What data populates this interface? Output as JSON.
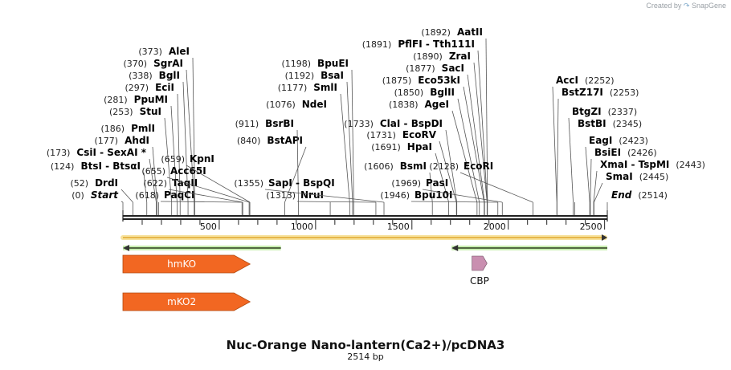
{
  "credit": {
    "prefix": "Created by",
    "brand": "SnapGene"
  },
  "title": "Nuc-Orange Nano-lantern(Ca2+)/pcDNA3",
  "subtitle": "2514 bp",
  "ruler": {
    "length": 2514,
    "ticks": [
      500,
      1000,
      1500,
      2000,
      2500
    ]
  },
  "colors": {
    "feature": "#f26722",
    "feature_alt": "#f26722",
    "cbp": "#c98fb0",
    "orf_line": "#e6b64a",
    "primer_line": "#7ac943",
    "backbone": "#222222"
  },
  "sites": [
    {
      "pos": 0,
      "label": "(0)",
      "name": "Start",
      "italic": true
    },
    {
      "pos": 52,
      "label": "(52)",
      "name": "DrdI"
    },
    {
      "pos": 124,
      "label": "(124)",
      "name": "BtsI - BtsαI"
    },
    {
      "pos": 173,
      "label": "(173)",
      "name": "CsiI - SexAI *"
    },
    {
      "pos": 177,
      "label": "(177)",
      "name": "AhdI"
    },
    {
      "pos": 186,
      "label": "(186)",
      "name": "PmlI"
    },
    {
      "pos": 253,
      "label": "(253)",
      "name": "StuI"
    },
    {
      "pos": 281,
      "label": "(281)",
      "name": "PpuMI"
    },
    {
      "pos": 297,
      "label": "(297)",
      "name": "EciI"
    },
    {
      "pos": 338,
      "label": "(338)",
      "name": "BglI"
    },
    {
      "pos": 370,
      "label": "(370)",
      "name": "SgrAI"
    },
    {
      "pos": 373,
      "label": "(373)",
      "name": "AleI"
    },
    {
      "pos": 618,
      "label": "(618)",
      "name": "PaqCI"
    },
    {
      "pos": 622,
      "label": "(622)",
      "name": "TaqII"
    },
    {
      "pos": 655,
      "label": "(655)",
      "name": "Acc65I"
    },
    {
      "pos": 659,
      "label": "(659)",
      "name": "KpnI"
    },
    {
      "pos": 840,
      "label": "(840)",
      "name": "BstAPI"
    },
    {
      "pos": 911,
      "label": "(911)",
      "name": "BsrBI"
    },
    {
      "pos": 1076,
      "label": "(1076)",
      "name": "NdeI"
    },
    {
      "pos": 1177,
      "label": "(1177)",
      "name": "SmlI"
    },
    {
      "pos": 1192,
      "label": "(1192)",
      "name": "BsaI"
    },
    {
      "pos": 1198,
      "label": "(1198)",
      "name": "BpuEI"
    },
    {
      "pos": 1313,
      "label": "(1313)",
      "name": "NruI"
    },
    {
      "pos": 1355,
      "label": "(1355)",
      "name": "SapI - BspQI"
    },
    {
      "pos": 1606,
      "label": "(1606)",
      "name": "BsmI"
    },
    {
      "pos": 1691,
      "label": "(1691)",
      "name": "HpaI"
    },
    {
      "pos": 1731,
      "label": "(1731)",
      "name": "EcoRV"
    },
    {
      "pos": 1733,
      "label": "(1733)",
      "name": "ClaI - BspDI"
    },
    {
      "pos": 1838,
      "label": "(1838)",
      "name": "AgeI"
    },
    {
      "pos": 1850,
      "label": "(1850)",
      "name": "BglII"
    },
    {
      "pos": 1875,
      "label": "(1875)",
      "name": "Eco53kI"
    },
    {
      "pos": 1877,
      "label": "(1877)",
      "name": "SacI"
    },
    {
      "pos": 1890,
      "label": "(1890)",
      "name": "ZraI"
    },
    {
      "pos": 1891,
      "label": "(1891)",
      "name": "PflFI - Tth111I"
    },
    {
      "pos": 1892,
      "label": "(1892)",
      "name": "AatII"
    },
    {
      "pos": 1946,
      "label": "(1946)",
      "name": "Bpu10I"
    },
    {
      "pos": 1969,
      "label": "(1969)",
      "name": "PasI"
    },
    {
      "pos": 2128,
      "label": "(2128)",
      "name": "EcoRI"
    },
    {
      "pos": 2252,
      "label": "(2252)",
      "name": "AccI"
    },
    {
      "pos": 2253,
      "label": "(2253)",
      "name": "BstZ17I"
    },
    {
      "pos": 2337,
      "label": "(2337)",
      "name": "BtgZI"
    },
    {
      "pos": 2345,
      "label": "(2345)",
      "name": "BstBI"
    },
    {
      "pos": 2423,
      "label": "(2423)",
      "name": "EagI"
    },
    {
      "pos": 2426,
      "label": "(2426)",
      "name": "BsiEI"
    },
    {
      "pos": 2443,
      "label": "(2443)",
      "name": "XmaI - TspMI"
    },
    {
      "pos": 2445,
      "label": "(2445)",
      "name": "SmaI"
    },
    {
      "pos": 2514,
      "label": "(2514)",
      "name": "End",
      "italic": true
    }
  ],
  "features": [
    {
      "name": "hmKO",
      "start": 0,
      "end": 660,
      "direction": "forward",
      "color": "#f26722"
    },
    {
      "name": "mKO2",
      "start": 0,
      "end": 660,
      "direction": "forward",
      "color": "#f26722"
    },
    {
      "name": "CBP",
      "start": 1812,
      "end": 1890,
      "direction": "forward",
      "color": "#c98fb0",
      "label_below": true
    }
  ],
  "orfs": [
    {
      "start": 0,
      "end": 2514,
      "direction": "forward",
      "color": "#e6b64a"
    }
  ],
  "primers": [
    {
      "start": 0,
      "end": 820,
      "direction": "reverse",
      "color": "#7ac943"
    },
    {
      "start": 1706,
      "end": 2514,
      "direction": "reverse",
      "color": "#7ac943"
    }
  ]
}
